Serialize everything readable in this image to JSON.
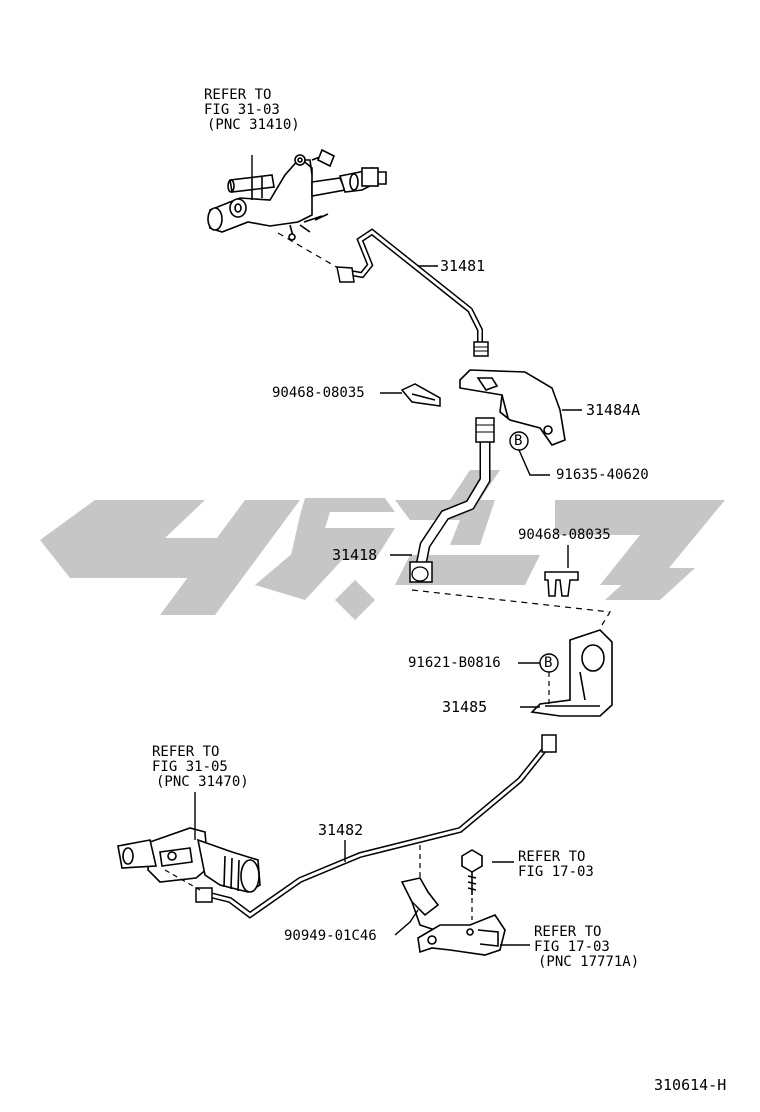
{
  "diagram": {
    "watermark_color": "#c6c6c6",
    "line_color": "#000000",
    "figure_code": "310614-H",
    "refs": {
      "master_cyl": {
        "l1": "REFER TO",
        "l2": "FIG 31-03",
        "l3": "(PNC 31410)"
      },
      "release_cyl": {
        "l1": "REFER TO",
        "l2": "FIG 31-05",
        "l3": "(PNC 31470)"
      },
      "bolt": {
        "l1": "REFER TO",
        "l2": "FIG 17-03"
      },
      "bracket": {
        "l1": "REFER TO",
        "l2": "FIG 17-03",
        "l3": "(PNC 17771A)"
      }
    },
    "parts": {
      "p31481": "31481",
      "p90468a": "90468-08035",
      "p31484A": "31484A",
      "p91635": "91635-40620",
      "p31418": "31418",
      "p90468b": "90468-08035",
      "p91621": "91621-B0816",
      "p31485": "31485",
      "p31482": "31482",
      "p90949": "90949-01C46"
    },
    "callouts": {
      "b1": "B",
      "b2": "B"
    }
  }
}
